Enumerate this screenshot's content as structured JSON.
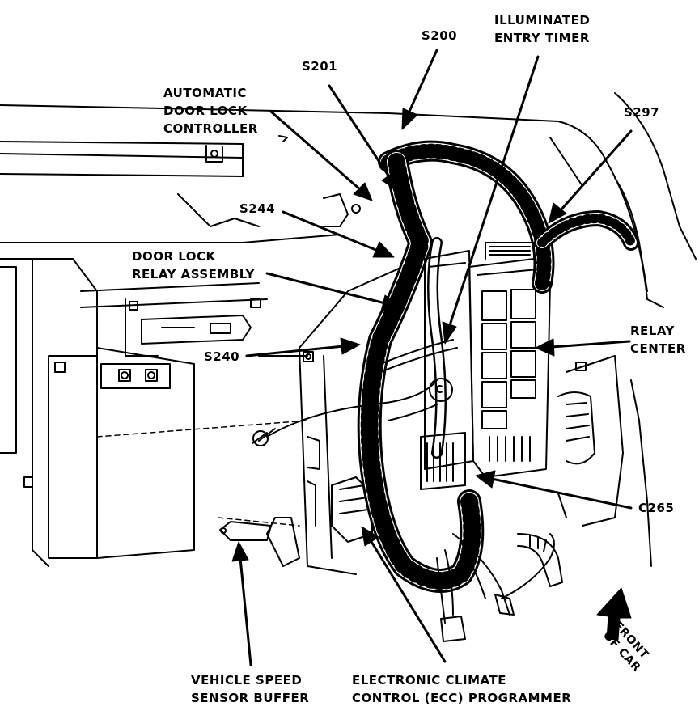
{
  "labels": {
    "illuminated_entry_timer": [
      "ILLUMINATED",
      "ENTRY TIMER"
    ],
    "s200": "S200",
    "s201": "S201",
    "automatic_door_lock_controller": [
      "AUTOMATIC",
      "DOOR LOCK",
      "CONTROLLER"
    ],
    "s297": "S297",
    "s244": "S244",
    "door_lock_relay_assembly": [
      "DOOR LOCK",
      "RELAY ASSEMBLY"
    ],
    "relay_center": [
      "RELAY",
      "CENTER"
    ],
    "s240": "S240",
    "c265": "C265",
    "front_of_car": [
      "FRONT",
      "OF CAR"
    ],
    "vehicle_speed_sensor_buffer": [
      "VEHICLE SPEED",
      "SENSOR BUFFER"
    ],
    "ecc_programmer": [
      "ELECTRONIC CLIMATE",
      "CONTROL (ECC) PROGRAMMER"
    ],
    "connector_letter": "C"
  },
  "colors": {
    "ink": "#000000",
    "paper": "#ffffff"
  }
}
